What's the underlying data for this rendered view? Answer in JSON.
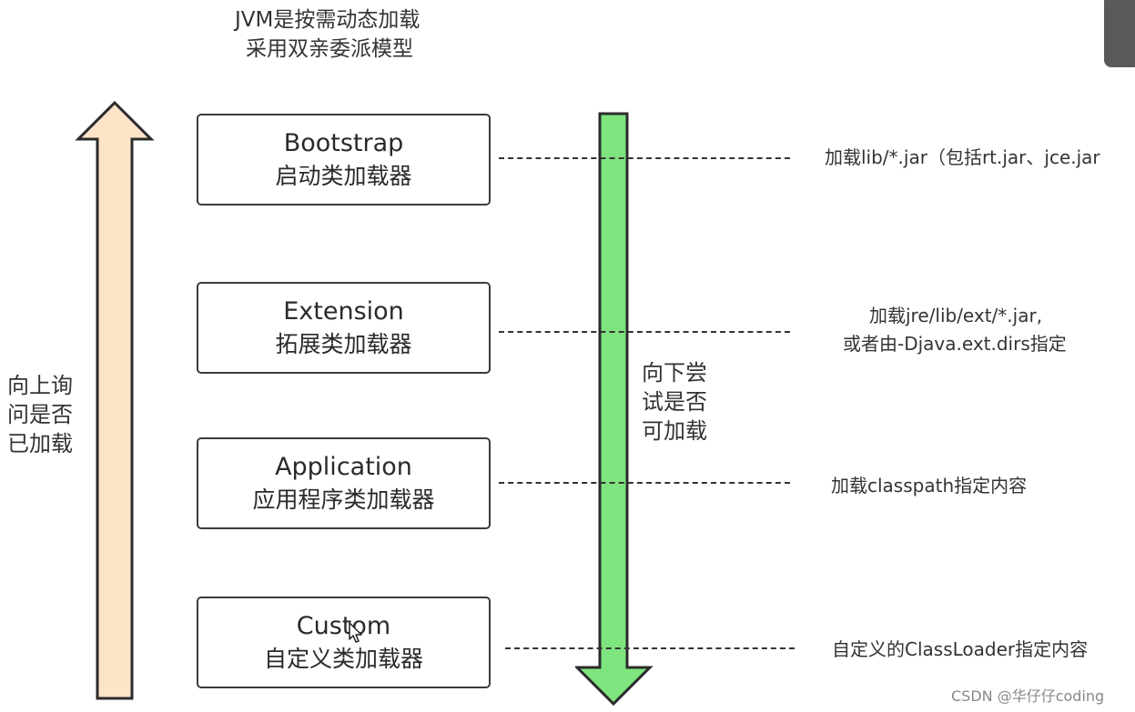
{
  "title": [
    "JVM是按需动态加载",
    "采用双亲委派模型"
  ],
  "up_label": [
    "向上询",
    "问是否",
    "已加载"
  ],
  "down_label": [
    "向下尝",
    "试是否",
    "可加载"
  ],
  "loaders": [
    {
      "name": "Bootstrap",
      "cn": "启动类加载器",
      "desc": [
        "加载lib/*.jar（包括rt.jar、jce.jar"
      ]
    },
    {
      "name": "Extension",
      "cn": "拓展类加载器",
      "desc": [
        "加载jre/lib/ext/*.jar,",
        "或者由-Djava.ext.dirs指定"
      ]
    },
    {
      "name": "Application",
      "cn": "应用程序类加载器",
      "desc": [
        "加载classpath指定内容"
      ]
    },
    {
      "name": "Custom",
      "cn": "自定义类加载器",
      "desc": [
        "自定义的ClassLoader指定内容"
      ]
    }
  ],
  "watermark": "CSDN @华仔仔coding",
  "colors": {
    "up_arrow_fill": "#fde3c8",
    "down_arrow_fill": "#7ee57e",
    "arrow_stroke": "#2b2b2b"
  }
}
